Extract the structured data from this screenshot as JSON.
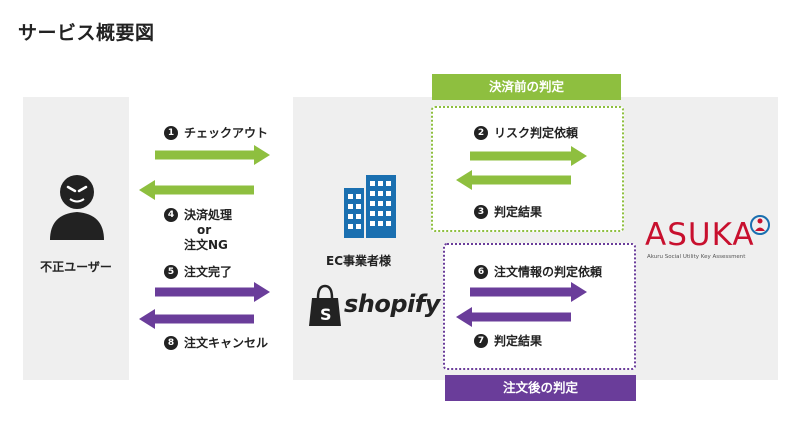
{
  "title": "サービス概要図",
  "user_label": "不正ユーザー",
  "ec_label": "EC事業者様",
  "shopify_label": "shopify",
  "asuka": {
    "logo": "ASUKA",
    "tagline": "Akuru Social Utility Key Assessment"
  },
  "banners": {
    "before": "決済前の判定",
    "after": "注文後の判定"
  },
  "steps": {
    "s1": {
      "num": "1",
      "text": "チェックアウト"
    },
    "s2": {
      "num": "2",
      "text": "リスク判定依頼"
    },
    "s3": {
      "num": "3",
      "text": "判定結果"
    },
    "s4": {
      "num": "4",
      "line1": "決済処理",
      "line2": "or",
      "line3": "注文NG"
    },
    "s5": {
      "num": "5",
      "text": "注文完了"
    },
    "s6": {
      "num": "6",
      "text": "注文情報の判定依頼"
    },
    "s7": {
      "num": "7",
      "text": "判定結果"
    },
    "s8": {
      "num": "8",
      "text": "注文キャンセル"
    }
  },
  "colors": {
    "green": "#8ebf3f",
    "purple": "#6a3d9a",
    "asuka_red": "#c8102e",
    "building_blue": "#1a6fb0"
  }
}
